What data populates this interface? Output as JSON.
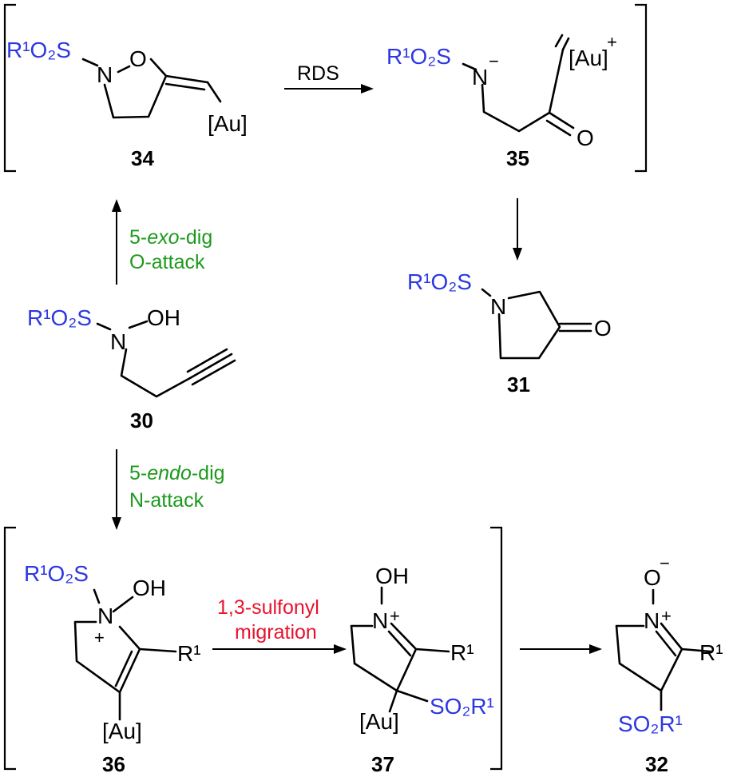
{
  "compounds": {
    "c30": {
      "label": "30",
      "sulfonyl": "R¹O₂S",
      "n": "N",
      "oh": "OH"
    },
    "c34": {
      "label": "34",
      "sulfonyl": "R¹O₂S",
      "n": "N",
      "o": "O",
      "au": "[Au]"
    },
    "c35": {
      "label": "35",
      "sulfonyl": "R¹O₂S",
      "n": "N",
      "n_charge": "−",
      "au": "[Au]",
      "au_charge": "+",
      "o": "O"
    },
    "c31": {
      "label": "31",
      "sulfonyl": "R¹O₂S",
      "n": "N",
      "o": "O"
    },
    "c36": {
      "label": "36",
      "sulfonyl": "R¹O₂S",
      "n": "N",
      "n_charge": "+",
      "oh": "OH",
      "r1": "R¹",
      "au": "[Au]"
    },
    "c37": {
      "label": "37",
      "n": "N",
      "n_charge": "+",
      "oh": "OH",
      "r1": "R¹",
      "au": "[Au]",
      "sulfonyl": "SO₂R¹"
    },
    "c32": {
      "label": "32",
      "n": "N",
      "n_charge": "+",
      "o": "O",
      "o_charge": "−",
      "r1": "R¹",
      "sulfonyl": "SO₂R¹"
    }
  },
  "arrows": {
    "rds": "RDS",
    "exo_line1": "5-exo-dig",
    "exo_line2": "O-attack",
    "endo_line1": "5-endo-dig",
    "endo_line2": "N-attack",
    "migration_line1": "1,3-sulfonyl",
    "migration_line2": "migration"
  },
  "colors": {
    "sulfonyl": "#2c38e0",
    "exo_endo_label": "#1d9a1d",
    "migration_label": "#e8122c"
  }
}
